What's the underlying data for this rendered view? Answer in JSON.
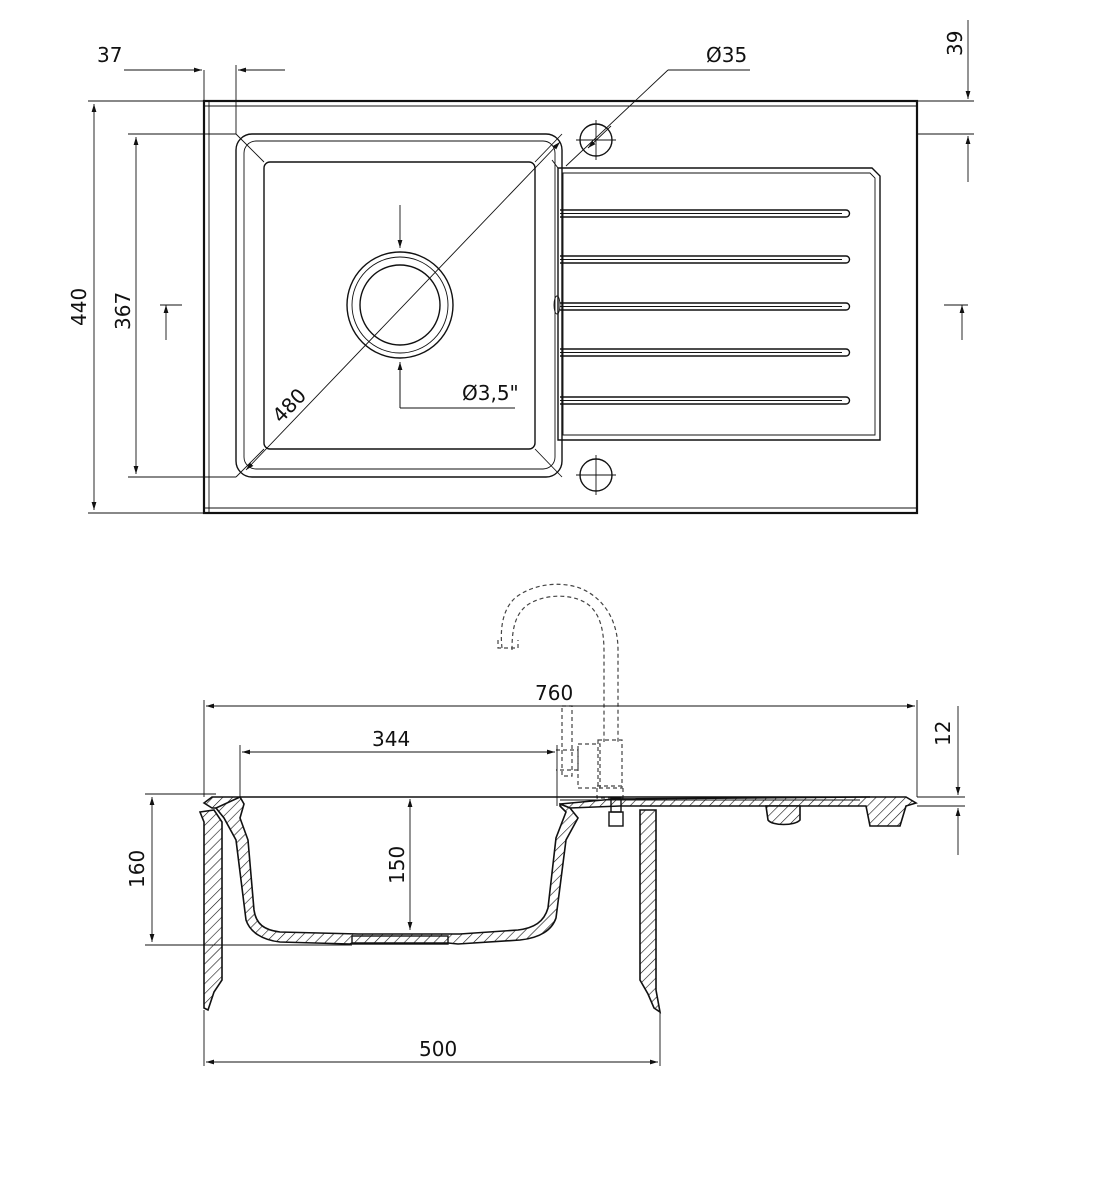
{
  "top_view": {
    "dims": {
      "left_offset": "37",
      "tap_hole": "Ø35",
      "top_offset": "39",
      "overall_depth": "440",
      "bowl_depth": "367",
      "diagonal": "480",
      "waste": "Ø3,5\""
    }
  },
  "side_view": {
    "dims": {
      "overall_length": "760",
      "bowl_width": "344",
      "rim_thickness": "12",
      "total_height": "160",
      "bowl_inner_depth": "150",
      "cabinet_width": "500"
    }
  }
}
